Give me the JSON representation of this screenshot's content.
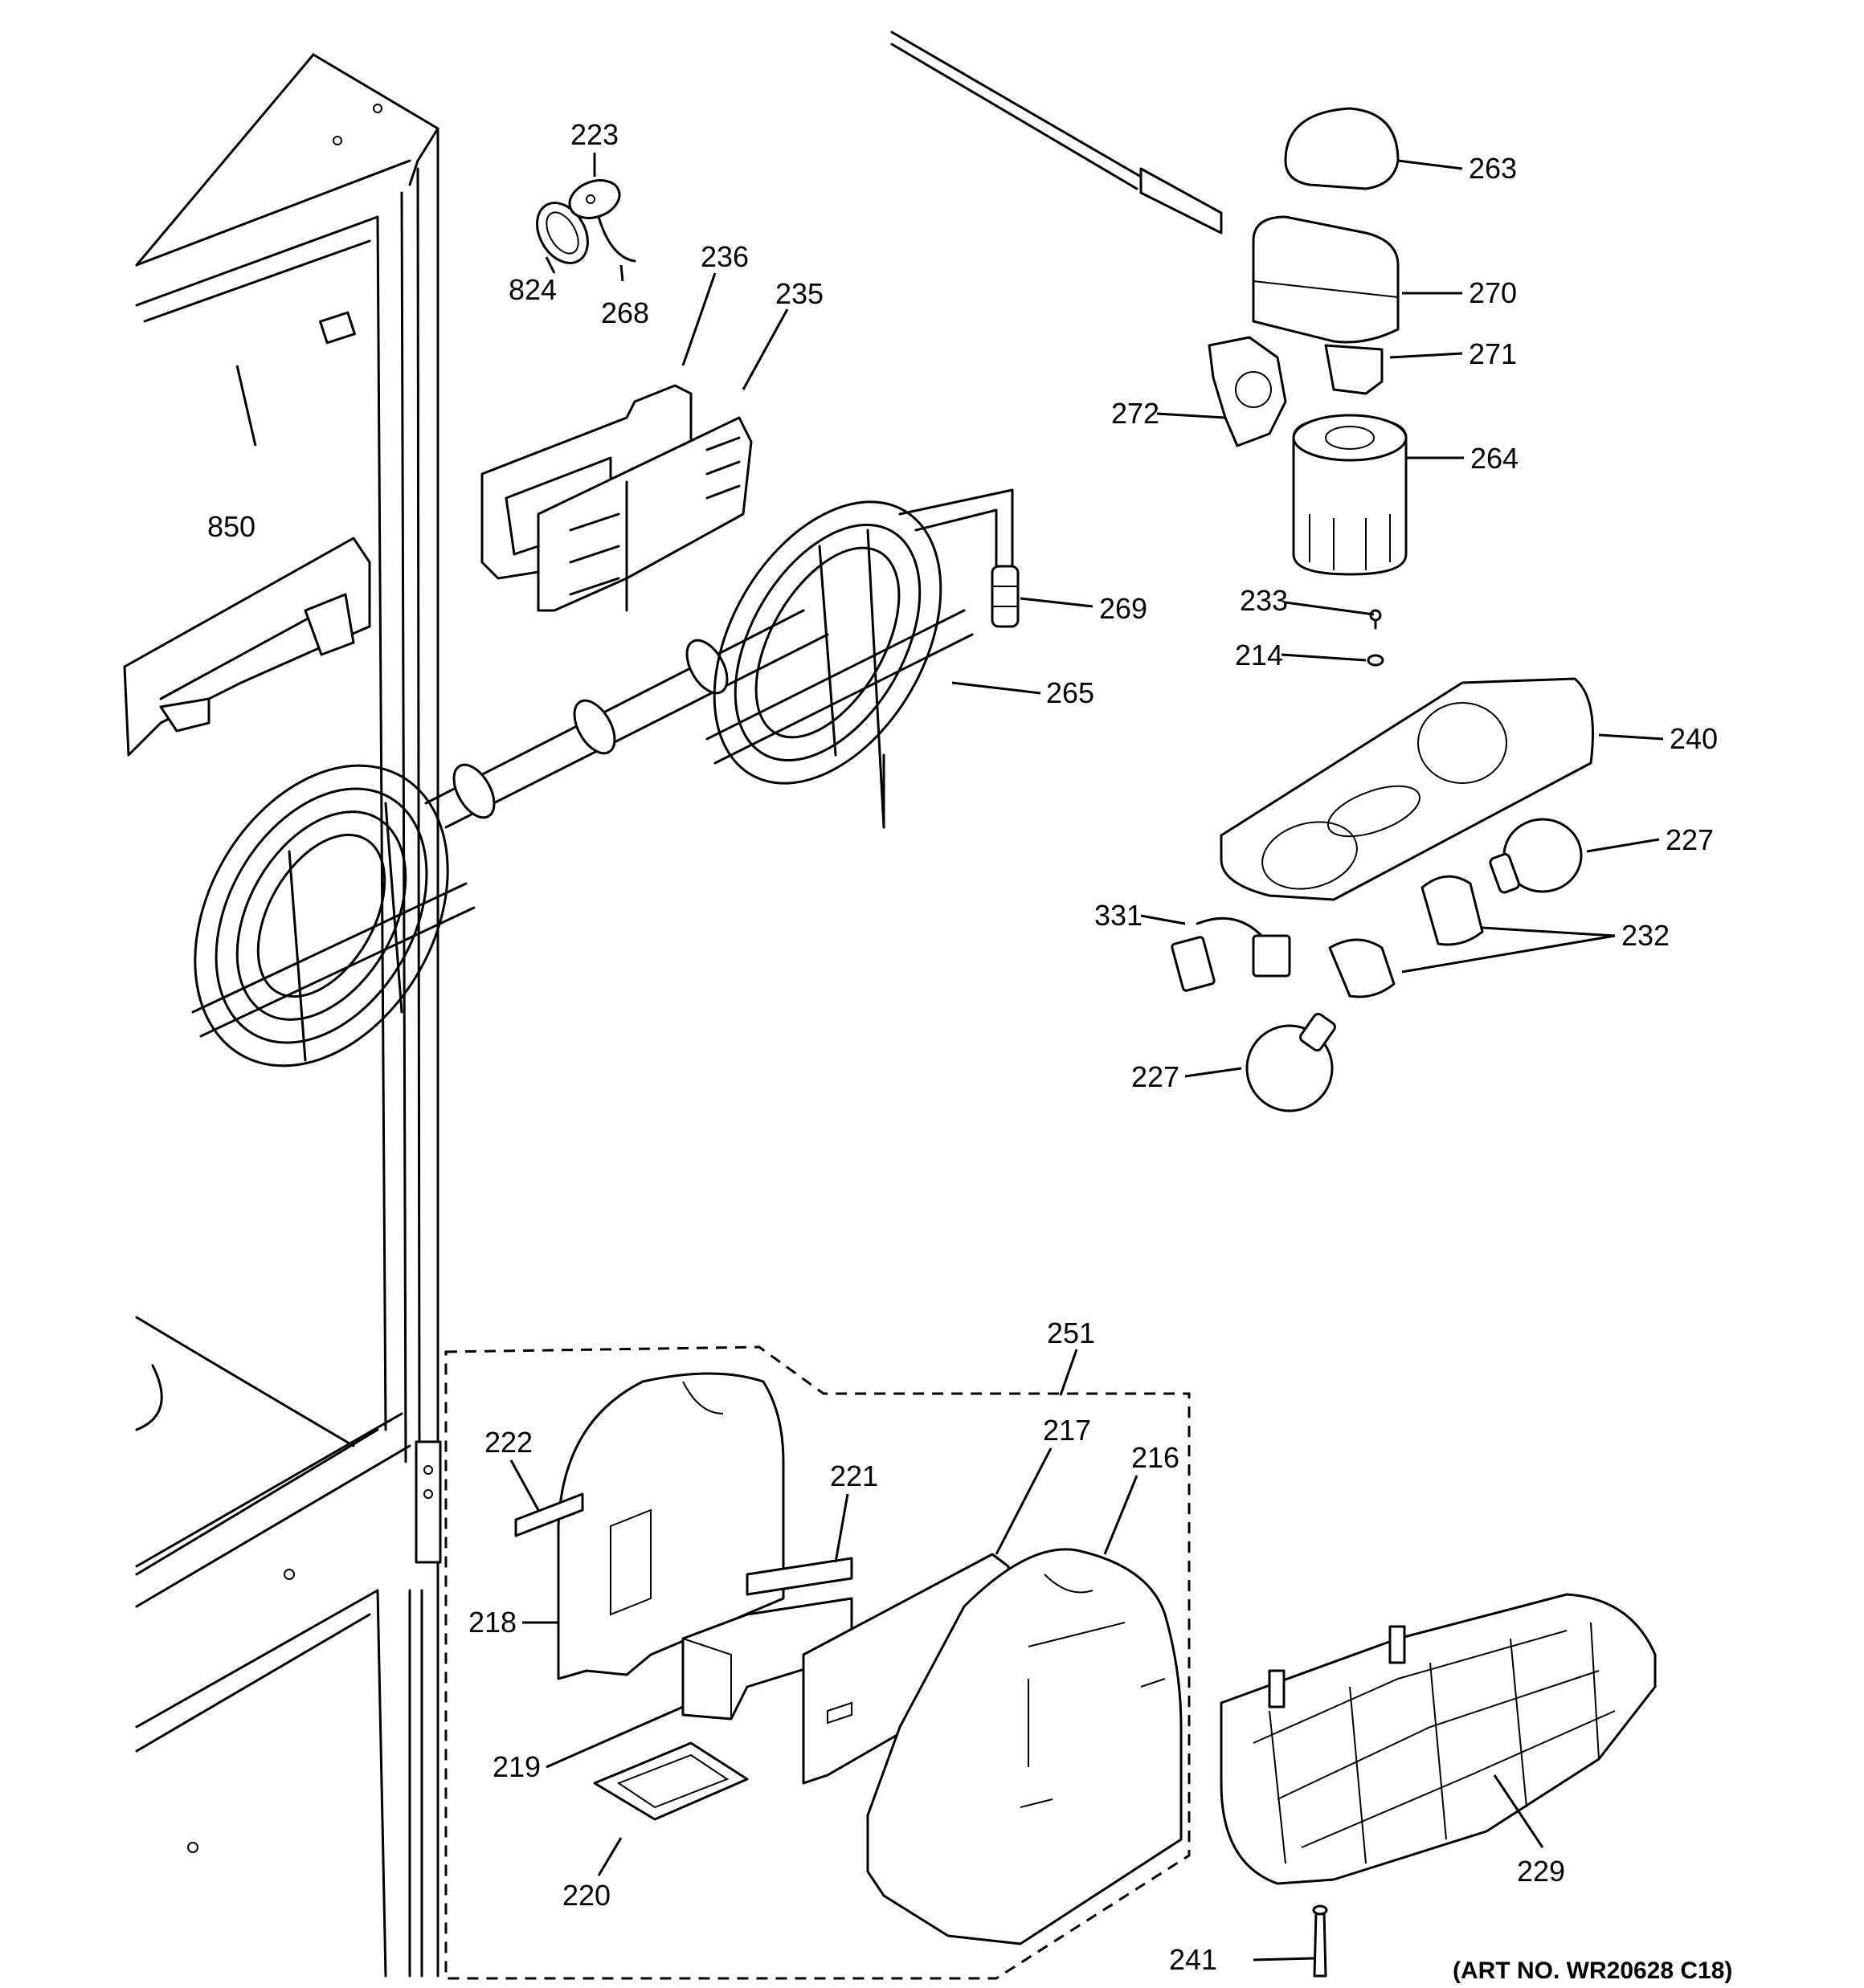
{
  "labels": {
    "l223": "223",
    "l824": "824",
    "l268": "268",
    "l236": "236",
    "l235": "235",
    "l850": "850",
    "l263": "263",
    "l270": "270",
    "l271": "271",
    "l272": "272",
    "l264": "264",
    "l233": "233",
    "l214": "214",
    "l269": "269",
    "l265": "265",
    "l240": "240",
    "l227a": "227",
    "l331": "331",
    "l232": "232",
    "l227b": "227",
    "l251": "251",
    "l222": "222",
    "l217": "217",
    "l216": "216",
    "l221": "221",
    "l218": "218",
    "l219": "219",
    "l220": "220",
    "l229": "229",
    "l241": "241"
  },
  "art_number": "(ART NO. WR20628 C18)"
}
